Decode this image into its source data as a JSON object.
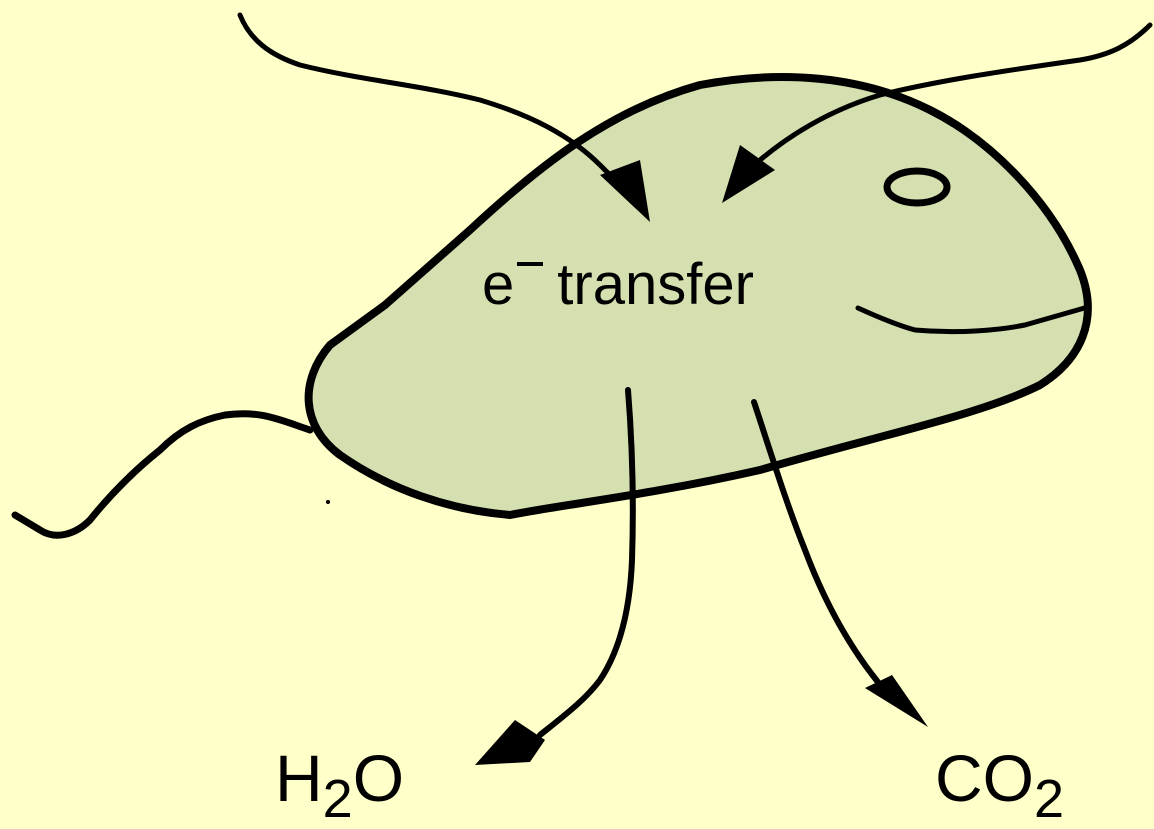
{
  "diagram": {
    "center_label": {
      "symbol": "e",
      "rest": "transfer"
    },
    "products": [
      {
        "main": "H",
        "sub": "2",
        "tail": "O"
      },
      {
        "main": "CO",
        "sub": "2",
        "tail": ""
      }
    ],
    "colors": {
      "background": "#ffffc9",
      "cell_fill": "#d4e0b0",
      "stroke": "#000000"
    }
  }
}
